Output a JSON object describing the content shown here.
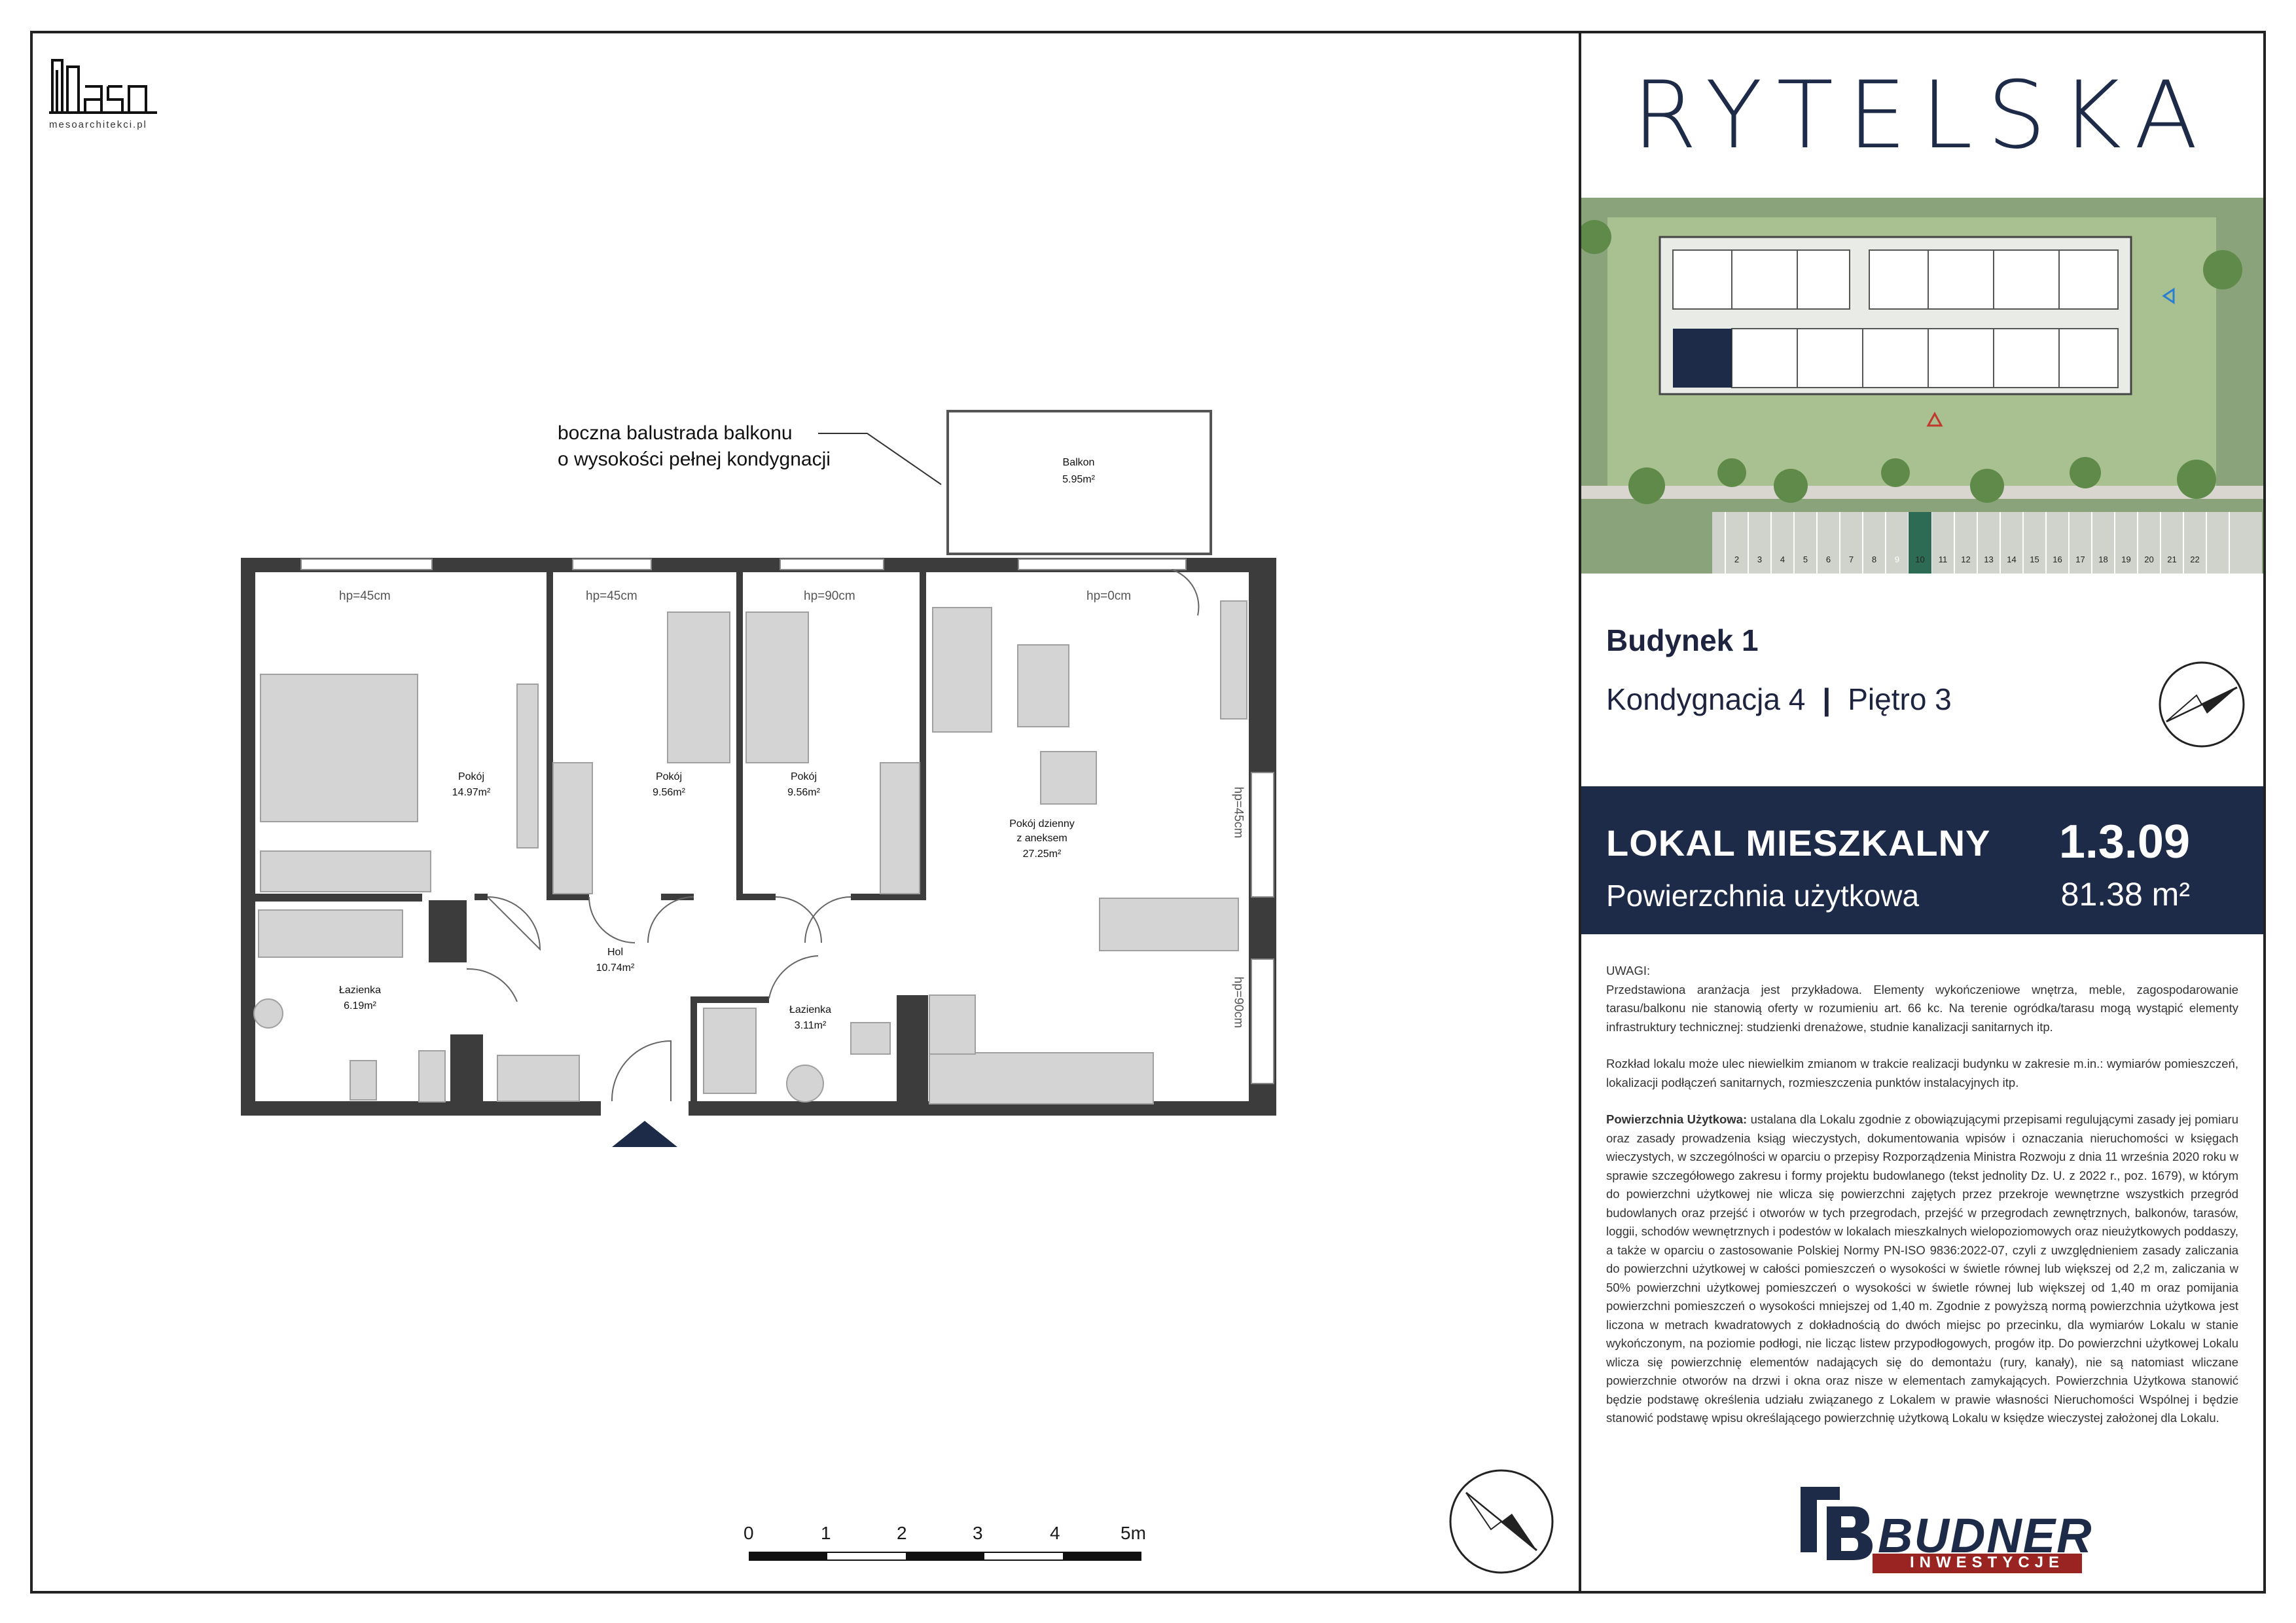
{
  "colors": {
    "navy": "#1e2b48",
    "wall": "#3c3c3c",
    "furniture": "#c8c8c8",
    "accent_red": "#c0392b",
    "brand_red": "#9a2421"
  },
  "logo": {
    "mark": "Meso",
    "url": "mesoarchitekci.pl"
  },
  "brand": {
    "title": "RYTELSKA"
  },
  "building": {
    "name": "Budynek 1",
    "level": "Kondygnacja 4",
    "separator": "|",
    "floor": "Piętro 3"
  },
  "unit": {
    "type_label": "LOKAL MIESZKALNY",
    "number": "1.3.09",
    "area_label": "Powierzchnia użytkowa",
    "area_value": "81.38 m²"
  },
  "site": {
    "parking_numbers": [
      "2",
      "3",
      "4",
      "5",
      "6",
      "7",
      "8",
      "9",
      "10",
      "11",
      "12",
      "13",
      "14",
      "15",
      "16",
      "17",
      "18",
      "19",
      "20",
      "21",
      "22"
    ]
  },
  "plan": {
    "annotation": [
      "boczna balustrada balkonu",
      "o wysokości pełnej kondygnacji"
    ],
    "rooms": [
      {
        "name": "Balkon",
        "area": "5.95m²"
      },
      {
        "name": "Pokój",
        "area": "14.97m²"
      },
      {
        "name": "Pokój",
        "area": "9.56m²"
      },
      {
        "name": "Pokój",
        "area": "9.56m²"
      },
      {
        "name": "Pokój dzienny",
        "name2": "z aneksem",
        "area": "27.25m²"
      },
      {
        "name": "Hol",
        "area": "10.74m²"
      },
      {
        "name": "Łazienka",
        "area": "6.19m²"
      },
      {
        "name": "Łazienka",
        "area": "3.11m²"
      }
    ],
    "sill_heights": [
      "hp=45cm",
      "hp=45cm",
      "hp=90cm",
      "hp=0cm",
      "hp=45cm",
      "hp=90cm"
    ]
  },
  "scale": {
    "ticks": [
      "0",
      "1",
      "2",
      "3",
      "4",
      "5m"
    ]
  },
  "notes": {
    "heading": "UWAGI:",
    "p1": "Przedstawiona aranżacja jest przykładowa. Elementy wykończeniowe wnętrza, meble, zagospodarowanie tarasu/balkonu nie stanowią oferty w rozumieniu art. 66 kc. Na terenie ogródka/tarasu mogą wystąpić elementy infrastruktury technicznej: studzienki drenażowe, studnie kanalizacji sanitarnych itp.",
    "p2": "Rozkład lokalu może ulec niewielkim zmianom w trakcie realizacji budynku w zakresie m.in.: wymiarów pomieszczeń, lokalizacji podłączeń sanitarnych, rozmieszczenia punktów instalacyjnych itp.",
    "p3_bold": "Powierzchnia Użytkowa:",
    "p3": "ustalana dla Lokalu zgodnie z obowiązującymi przepisami regulującymi zasady jej pomiaru oraz zasady prowadzenia ksiąg wieczystych, dokumentowania wpisów i oznaczania nieruchomości w księgach wieczystych, w szczególności w oparciu o przepisy Rozporządzenia Ministra Rozwoju z dnia 11 września 2020 roku w sprawie szczegółowego zakresu i formy projektu budowlanego (tekst jednolity Dz. U. z 2022 r., poz. 1679), w którym do powierzchni użytkowej nie wlicza się powierzchni zajętych przez przekroje wewnętrzne wszystkich przegród budowlanych oraz przejść i otworów w tych przegrodach, przejść w przegrodach zewnętrznych, balkonów, tarasów, loggii, schodów wewnętrznych i podestów w lokalach mieszkalnych wielopoziomowych oraz nieużytkowych poddaszy, a także w oparciu o zastosowanie Polskiej Normy PN-ISO 9836:2022-07, czyli z uwzględnieniem zasady zaliczania do powierzchni użytkowej w całości pomieszczeń o wysokości w świetle równej lub większej od 2,2 m, zaliczania w 50% powierzchni użytkowej pomieszczeń o wysokości w świetle równej lub większej od 1,40 m oraz pomijania powierzchni pomieszczeń o wysokości mniejszej od 1,40 m. Zgodnie z powyższą normą powierzchnia użytkowa jest liczona w metrach kwadratowych z dokładnością do dwóch miejsc po przecinku, dla wymiarów Lokalu w stanie wykończonym, na poziomie podłogi, nie licząc listew przypodłogowych, progów itp. Do powierzchni użytkowej Lokalu wlicza się powierzchnię elementów nadających się do demontażu (rury, kanały), nie są natomiast wliczane powierzchnie otworów na drzwi i okna oraz nisze w elementach zamykających. Powierzchnia Użytkowa stanowić będzie podstawę określenia udziału związanego z Lokalem w prawie własności Nieruchomości Wspólnej i będzie stanowić podstawę wpisu określającego powierzchnię użytkową Lokalu w księdze wieczystej założonej dla Lokalu."
  },
  "developer": {
    "name": "BUDNER",
    "sub": "INWESTYCJE"
  }
}
